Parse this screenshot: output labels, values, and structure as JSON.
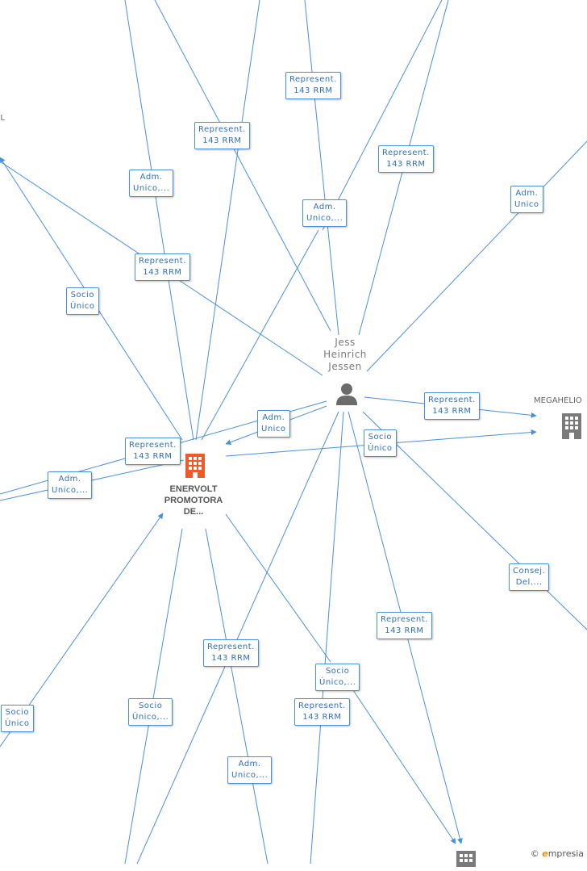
{
  "nodes": {
    "center_company": {
      "name": "ENERVOLT\nPROMOTORA\nDE...",
      "color": "#f05a28"
    },
    "person": {
      "name": "Jess\nHeinrich\nJessen",
      "color": "#6b6b6b"
    },
    "megahelio": {
      "name": "MEGAHELIO",
      "color": "#7a7a7a"
    },
    "left_partial": {
      "name": "SL"
    }
  },
  "edge_labels": [
    "Represent.\n143 RRM",
    "Represent.\n143 RRM",
    "Adm.\nUnico,...",
    "Represent.\n143 RRM",
    "Adm.\nUnico",
    "Adm.\nUnico,...",
    "Represent.\n143 RRM",
    "Socio\nÚnico",
    "Represent.\n143 RRM",
    "Adm.\nUnico",
    "Represent.\n143 RRM",
    "Adm.\nUnico,...",
    "Socio\nÚnico",
    "Consej.\nDel....",
    "Represent.\n143 RRM",
    "Represent.\n143 RRM",
    "Socio\nÚnico,...",
    "Socio\nÚnico",
    "Socio\nÚnico,...",
    "Represent.\n143 RRM",
    "Adm.\nUnico,..."
  ],
  "colors": {
    "edge": "#4a90d9",
    "label_text": "#2f6fba",
    "brand_accent": "#f08c00"
  },
  "footer": {
    "copyright": "©",
    "brand_e": "e",
    "brand_rest": "mpresia"
  }
}
